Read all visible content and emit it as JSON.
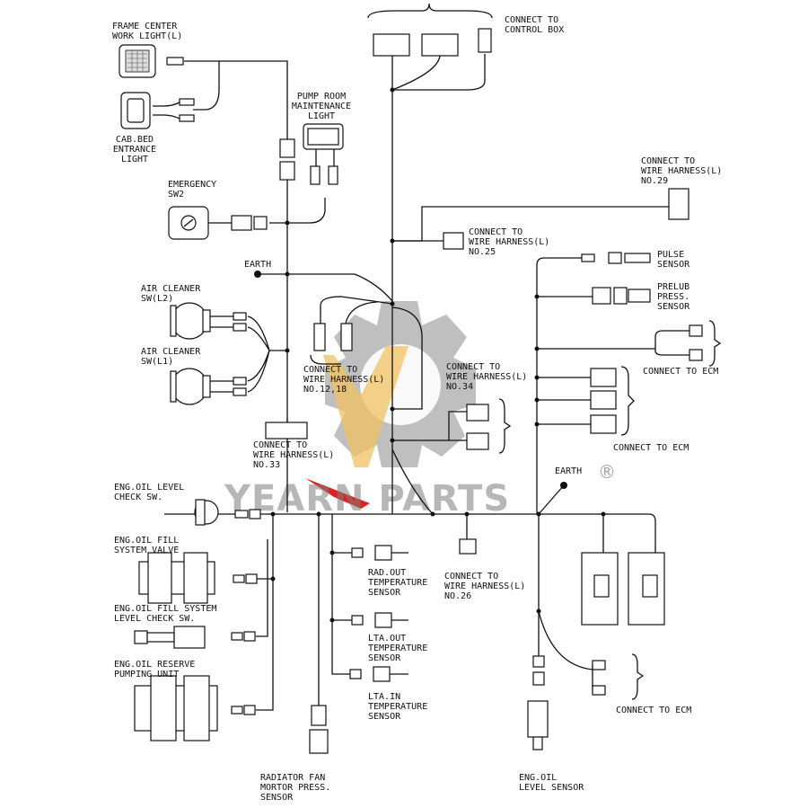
{
  "labels": {
    "frame_center": [
      "FRAME CENTER",
      "WORK LIGHT(L)"
    ],
    "cab_bed": [
      "CAB.BED",
      "ENTRANCE",
      "LIGHT"
    ],
    "pump_room": [
      "PUMP ROOM",
      "MAINTENANCE",
      "LIGHT"
    ],
    "control_box": [
      "CONNECT TO",
      "CONTROL BOX"
    ],
    "emergency": [
      "EMERGENCY",
      "SW2"
    ],
    "earth_left": [
      "EARTH"
    ],
    "harness29": [
      "CONNECT TO",
      "WIRE HARNESS(L)",
      "NO.29"
    ],
    "harness25": [
      "CONNECT TO",
      "WIRE HARNESS(L)",
      "NO.25"
    ],
    "pulse": [
      "PULSE",
      "SENSOR"
    ],
    "prelub": [
      "PRELUB",
      "PRESS.",
      "SENSOR"
    ],
    "ecm1": [
      "CONNECT TO ECM"
    ],
    "air_l2": [
      "AIR CLEANER",
      "SW(L2)"
    ],
    "air_l1": [
      "AIR CLEANER",
      "SW(L1)"
    ],
    "harness12": [
      "CONNECT TO",
      "WIRE HARNESS(L)",
      "NO.12,18"
    ],
    "harness34": [
      "CONNECT TO",
      "WIRE HARNESS(L)",
      "NO.34"
    ],
    "ecm2": [
      "CONNECT TO ECM"
    ],
    "harness33": [
      "CONNECT TO",
      "WIRE HARNESS(L)",
      "NO.33"
    ],
    "earth_right": [
      "EARTH"
    ],
    "oil_level_check": [
      "ENG.OIL LEVEL",
      "CHECK SW."
    ],
    "oil_fill_valve": [
      "ENG.OIL FILL",
      "SYSTEM VALVE"
    ],
    "rad_out": [
      "RAD.OUT",
      "TEMPERATURE",
      "SENSOR"
    ],
    "harness26": [
      "CONNECT TO",
      "WIRE HARNESS(L)",
      "NO.26"
    ],
    "oil_fill_level": [
      "ENG.OIL FILL SYSTEM",
      "LEVEL CHECK SW."
    ],
    "lta_out": [
      "LTA.OUT",
      "TEMPERATURE",
      "SENSOR"
    ],
    "oil_reserve": [
      "ENG.OIL RESERVE",
      "PUMPING UNIT"
    ],
    "lta_in": [
      "LTA.IN",
      "TEMPERATURE",
      "SENSOR"
    ],
    "ecm3": [
      "CONNECT TO ECM"
    ],
    "rad_fan": [
      "RADIATOR FAN",
      "MORTOR PRESS.",
      "SENSOR"
    ],
    "oil_level_sensor": [
      "ENG.OIL",
      "LEVEL SENSOR"
    ]
  },
  "watermark": {
    "text": "YEARN PARTS",
    "reg": "®",
    "gear_color": "#8a8a8a",
    "arrow_color": "#f0c060",
    "pointer_color": "#e02020"
  }
}
